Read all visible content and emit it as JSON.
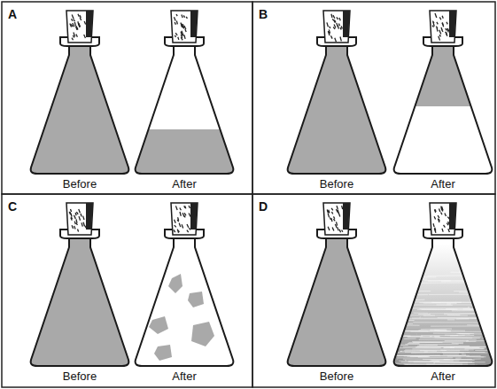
{
  "diagram": {
    "labels": [
      "A",
      "Before",
      "After",
      "B",
      "Before",
      "After",
      "C",
      "Before",
      "After",
      "D",
      "Before",
      "After"
    ]
  }
}
